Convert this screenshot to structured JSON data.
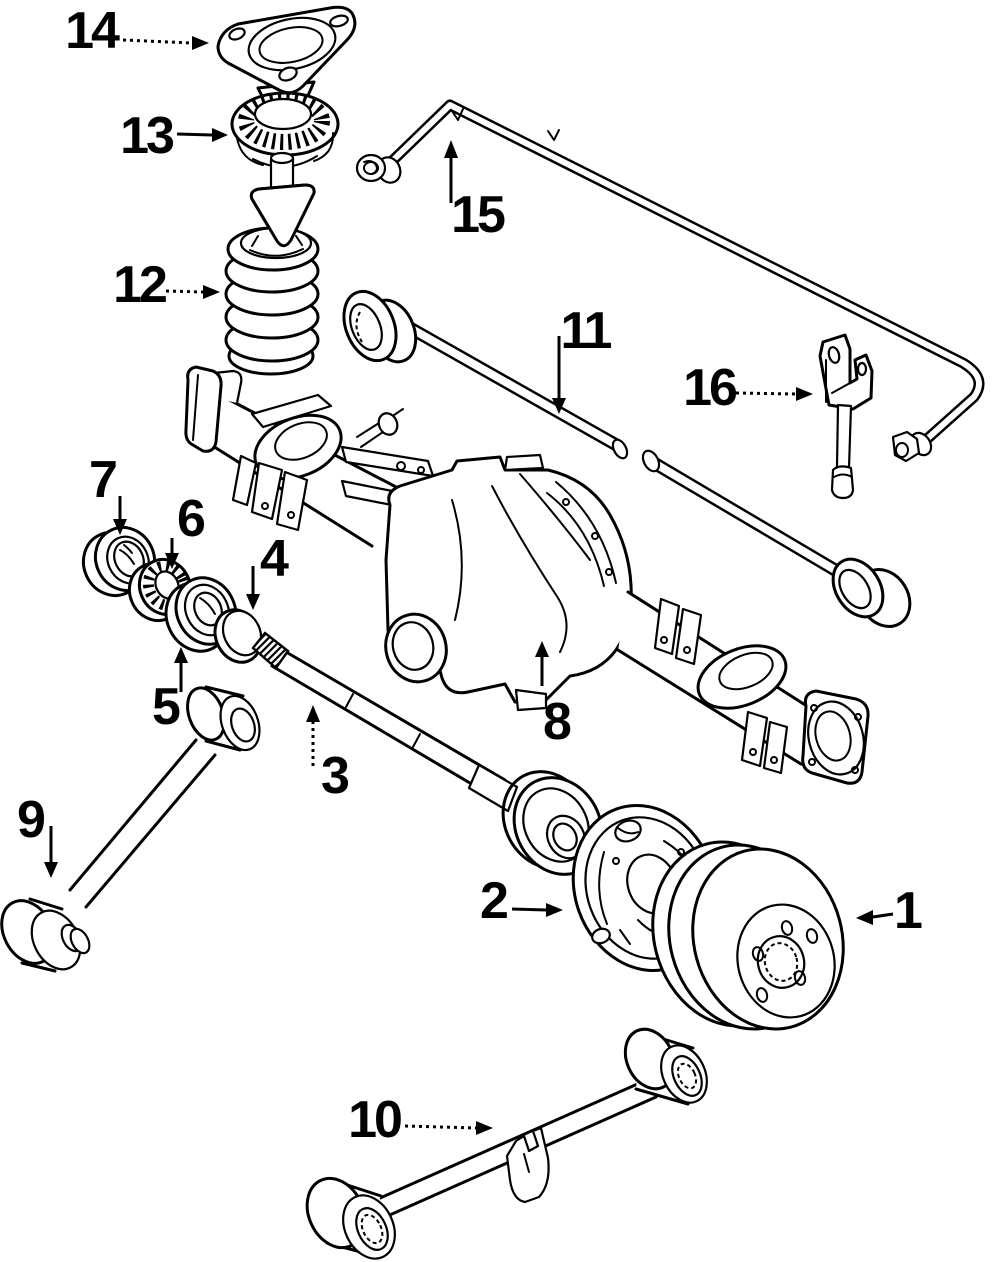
{
  "diagram": {
    "type": "exploded-parts-line-diagram",
    "subject": "rear-suspension-and-axle-assembly",
    "background_color": "#ffffff",
    "line_color": "#000000",
    "callouts": [
      {
        "label": "1",
        "part": "brake-drum",
        "arrow_style": "solid",
        "arrow_direction": "left"
      },
      {
        "label": "2",
        "part": "brake-backing-plate",
        "arrow_style": "solid",
        "arrow_direction": "right"
      },
      {
        "label": "3",
        "part": "axle-shaft",
        "arrow_style": "dotted",
        "arrow_direction": "up"
      },
      {
        "label": "4",
        "part": "spacer-ring",
        "arrow_style": "solid",
        "arrow_direction": "down"
      },
      {
        "label": "5",
        "part": "wheel-bearing",
        "arrow_style": "solid",
        "arrow_direction": "up"
      },
      {
        "label": "6",
        "part": "bearing-seal",
        "arrow_style": "solid",
        "arrow_direction": "down"
      },
      {
        "label": "7",
        "part": "bearing-retainer-ring",
        "arrow_style": "solid",
        "arrow_direction": "down"
      },
      {
        "label": "8",
        "part": "axle-housing",
        "arrow_style": "solid",
        "arrow_direction": "up"
      },
      {
        "label": "9",
        "part": "trailing-arm",
        "arrow_style": "solid",
        "arrow_direction": "down"
      },
      {
        "label": "10",
        "part": "lower-control-arm",
        "arrow_style": "dotted",
        "arrow_direction": "right"
      },
      {
        "label": "11",
        "part": "lateral-track-rod",
        "arrow_style": "solid",
        "arrow_direction": "down"
      },
      {
        "label": "12",
        "part": "coil-spring",
        "arrow_style": "dotted",
        "arrow_direction": "right"
      },
      {
        "label": "13",
        "part": "spring-seat-bearing",
        "arrow_style": "solid",
        "arrow_direction": "right"
      },
      {
        "label": "14",
        "part": "strut-mount-plate",
        "arrow_style": "dotted",
        "arrow_direction": "right"
      },
      {
        "label": "15",
        "part": "stabilizer-bar",
        "arrow_style": "solid",
        "arrow_direction": "up"
      },
      {
        "label": "16",
        "part": "stabilizer-link",
        "arrow_style": "dotted",
        "arrow_direction": "right"
      }
    ]
  }
}
